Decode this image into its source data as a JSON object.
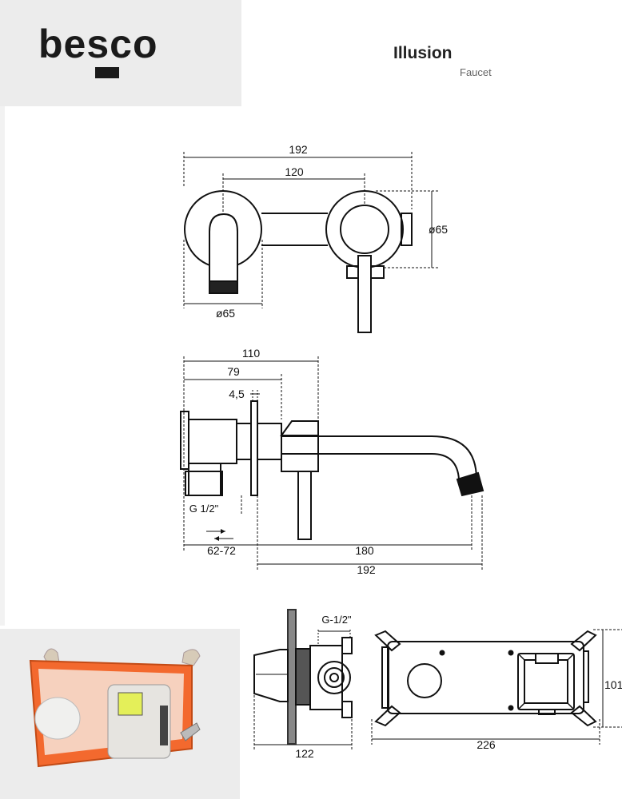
{
  "brand": {
    "logo_text": "besco"
  },
  "header": {
    "title": "Illusion",
    "subtitle": "Faucet"
  },
  "front_view": {
    "dim_total": "192",
    "dim_centers": "120",
    "dim_diam_right": "ø65",
    "dim_diam_left": "ø65"
  },
  "side_view": {
    "dim_110": "110",
    "dim_79": "79",
    "dim_4_5": "4,5",
    "thread": "G 1/2\"",
    "dim_range": "62-72",
    "dim_180": "180",
    "dim_192": "192"
  },
  "box_views": {
    "thread": "G-1/2\"",
    "depth": "122",
    "width": "226",
    "height": "101"
  }
}
